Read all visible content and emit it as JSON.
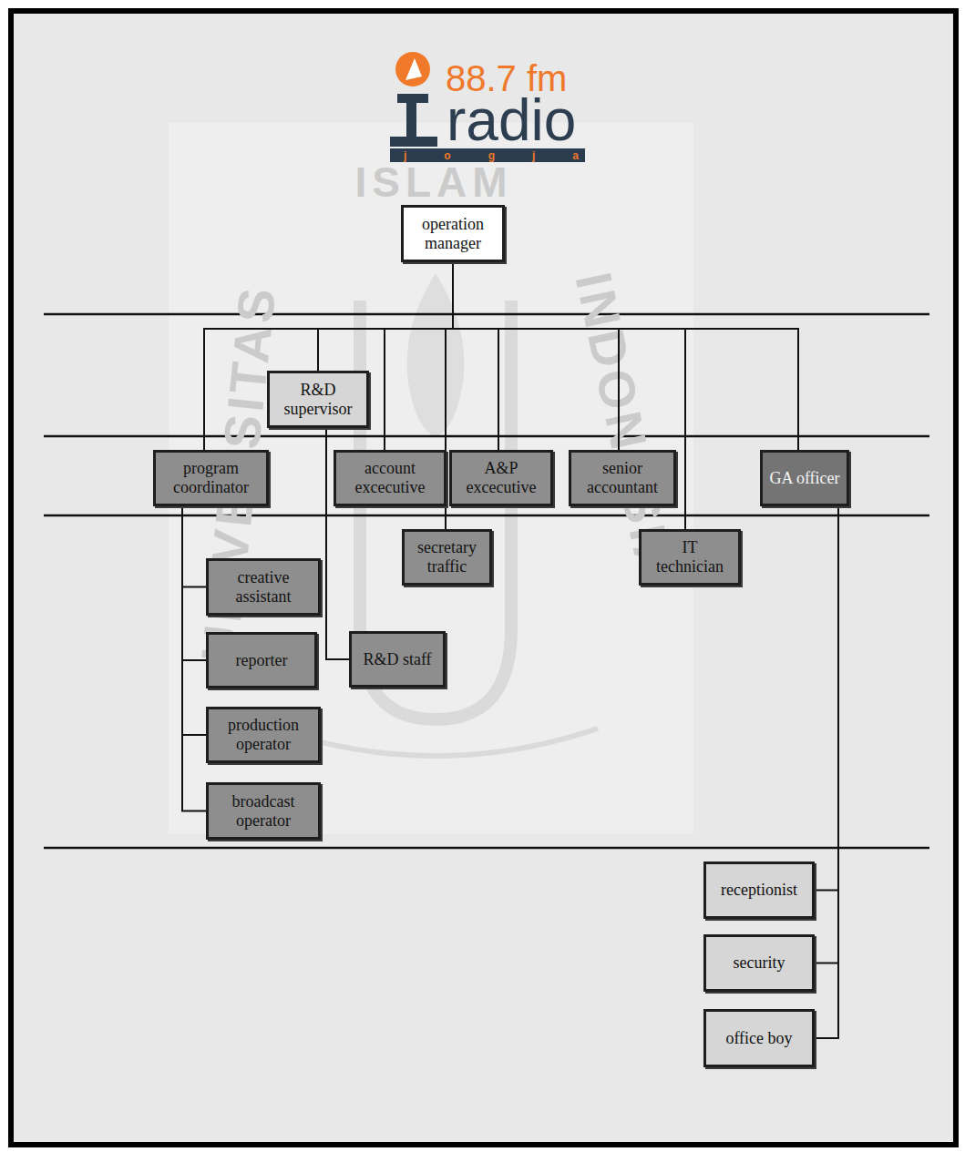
{
  "diagram": {
    "nodes": [
      {
        "text": [
          "operation manager"
        ]
      },
      {
        "text": [
          "R&D supervisor"
        ]
      },
      {
        "text": [
          "program coordinator"
        ]
      },
      {
        "text": [
          "account excecutive"
        ]
      },
      {
        "text": [
          "A&P excecutive"
        ]
      },
      {
        "text": [
          "senior accountant"
        ]
      },
      {
        "text": [
          "GA officer"
        ]
      },
      {
        "text": [
          "secretary traffic"
        ]
      },
      {
        "text": [
          "IT technician"
        ]
      },
      {
        "text": [
          "creative assistant"
        ]
      },
      {
        "text": [
          "reporter"
        ]
      },
      {
        "text": [
          "production operator"
        ]
      },
      {
        "text": [
          "broadcast operator"
        ]
      },
      {
        "text": [
          "R&D staff"
        ]
      },
      {
        "text": [
          "receptionist"
        ]
      },
      {
        "text": [
          "security"
        ]
      },
      {
        "text": [
          "office boy"
        ]
      }
    ],
    "edges": [
      {
        "from": 0,
        "to": 1,
        "arrow": "none"
      },
      {
        "from": 0,
        "to": 2,
        "arrow": "none"
      },
      {
        "from": 0,
        "to": 3,
        "arrow": "none"
      },
      {
        "from": 0,
        "to": 4,
        "arrow": "none"
      },
      {
        "from": 0,
        "to": 5,
        "arrow": "none"
      },
      {
        "from": 0,
        "to": 6,
        "arrow": "none"
      },
      {
        "from": 0,
        "to": 7,
        "arrow": "none"
      },
      {
        "from": 0,
        "to": 8,
        "arrow": "none"
      },
      {
        "from": 2,
        "to": 9,
        "arrow": "none"
      },
      {
        "from": 2,
        "to": 10,
        "arrow": "none"
      },
      {
        "from": 2,
        "to": 11,
        "arrow": "none"
      },
      {
        "from": 2,
        "to": 12,
        "arrow": "none"
      },
      {
        "from": 1,
        "to": 13,
        "arrow": "none"
      },
      {
        "from": 6,
        "to": 14,
        "arrow": "none"
      },
      {
        "from": 6,
        "to": 15,
        "arrow": "none"
      },
      {
        "from": 6,
        "to": 16,
        "arrow": "none"
      }
    ],
    "labels": [
      "88.7 fm",
      "radio",
      "jogja",
      "ISLAM",
      "INDONESIA",
      "UNIVERSITAS"
    ]
  }
}
